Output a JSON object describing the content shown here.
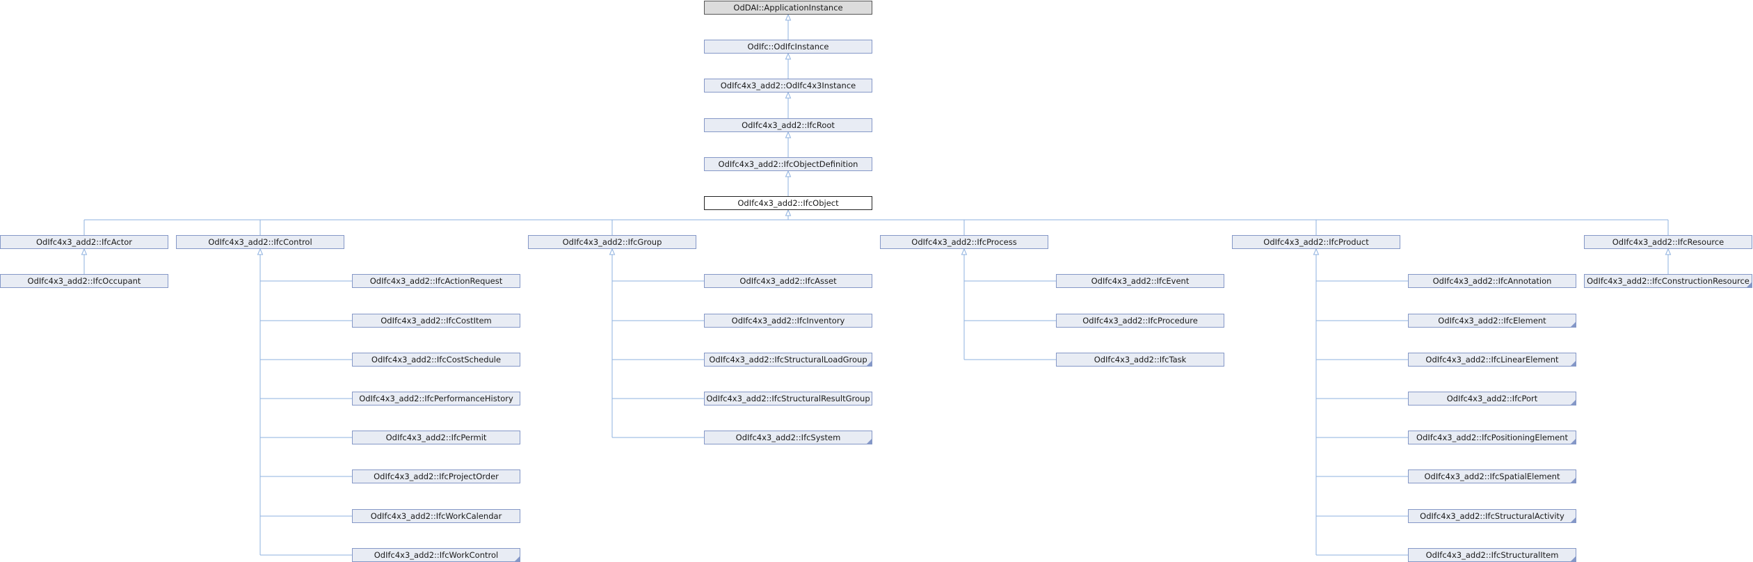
{
  "diagram": {
    "colors": {
      "edge": "#8eb1df",
      "node_fill": "#e8ecf4",
      "node_border": "#8497c7",
      "root_fill": "#dcdcdc",
      "current_border": "#222222"
    },
    "ancestors": [
      {
        "label": "OdDAI::ApplicationInstance",
        "more": false
      },
      {
        "label": "OdIfc::OdIfcInstance",
        "more": false
      },
      {
        "label": "OdIfc4x3_add2::OdIfc4x3Instance",
        "more": false
      },
      {
        "label": "OdIfc4x3_add2::IfcRoot",
        "more": false
      },
      {
        "label": "OdIfc4x3_add2::IfcObjectDefinition",
        "more": false
      }
    ],
    "current": {
      "label": "OdIfc4x3_add2::IfcObject"
    },
    "subclasses": [
      {
        "label": "OdIfc4x3_add2::IfcActor",
        "more": false,
        "children": [
          {
            "label": "OdIfc4x3_add2::IfcOccupant",
            "more": false
          }
        ]
      },
      {
        "label": "OdIfc4x3_add2::IfcControl",
        "more": false,
        "children": [
          {
            "label": "OdIfc4x3_add2::IfcActionRequest",
            "more": false
          },
          {
            "label": "OdIfc4x3_add2::IfcCostItem",
            "more": false
          },
          {
            "label": "OdIfc4x3_add2::IfcCostSchedule",
            "more": false
          },
          {
            "label": "OdIfc4x3_add2::IfcPerformanceHistory",
            "more": false
          },
          {
            "label": "OdIfc4x3_add2::IfcPermit",
            "more": false
          },
          {
            "label": "OdIfc4x3_add2::IfcProjectOrder",
            "more": false
          },
          {
            "label": "OdIfc4x3_add2::IfcWorkCalendar",
            "more": false
          },
          {
            "label": "OdIfc4x3_add2::IfcWorkControl",
            "more": true
          }
        ]
      },
      {
        "label": "OdIfc4x3_add2::IfcGroup",
        "more": false,
        "children": [
          {
            "label": "OdIfc4x3_add2::IfcAsset",
            "more": false
          },
          {
            "label": "OdIfc4x3_add2::IfcInventory",
            "more": false
          },
          {
            "label": "OdIfc4x3_add2::IfcStructuralLoadGroup",
            "more": true
          },
          {
            "label": "OdIfc4x3_add2::IfcStructuralResultGroup",
            "more": false
          },
          {
            "label": "OdIfc4x3_add2::IfcSystem",
            "more": true
          }
        ]
      },
      {
        "label": "OdIfc4x3_add2::IfcProcess",
        "more": false,
        "children": [
          {
            "label": "OdIfc4x3_add2::IfcEvent",
            "more": false
          },
          {
            "label": "OdIfc4x3_add2::IfcProcedure",
            "more": false
          },
          {
            "label": "OdIfc4x3_add2::IfcTask",
            "more": false
          }
        ]
      },
      {
        "label": "OdIfc4x3_add2::IfcProduct",
        "more": false,
        "children": [
          {
            "label": "OdIfc4x3_add2::IfcAnnotation",
            "more": false
          },
          {
            "label": "OdIfc4x3_add2::IfcElement",
            "more": true
          },
          {
            "label": "OdIfc4x3_add2::IfcLinearElement",
            "more": true
          },
          {
            "label": "OdIfc4x3_add2::IfcPort",
            "more": true
          },
          {
            "label": "OdIfc4x3_add2::IfcPositioningElement",
            "more": true
          },
          {
            "label": "OdIfc4x3_add2::IfcSpatialElement",
            "more": true
          },
          {
            "label": "OdIfc4x3_add2::IfcStructuralActivity",
            "more": true
          },
          {
            "label": "OdIfc4x3_add2::IfcStructuralItem",
            "more": true
          }
        ]
      },
      {
        "label": "OdIfc4x3_add2::IfcResource",
        "more": false,
        "children": [
          {
            "label": "OdIfc4x3_add2::IfcConstructionResource",
            "more": true
          }
        ]
      }
    ]
  }
}
